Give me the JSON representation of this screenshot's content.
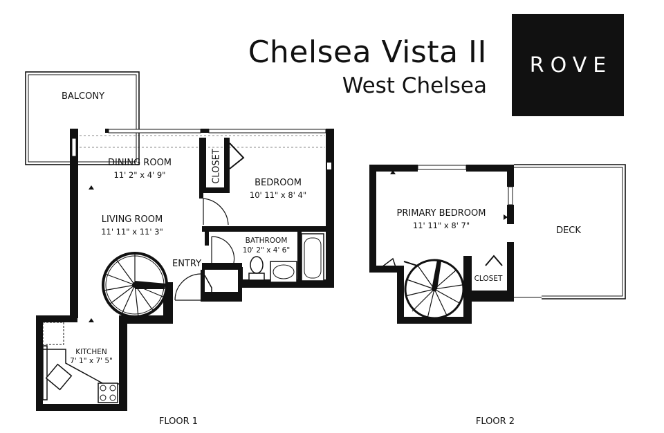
{
  "header": {
    "title": "Chelsea Vista II",
    "subtitle": "West Chelsea"
  },
  "brand": {
    "logo_text": "ROVE",
    "logo_bg": "#111111",
    "logo_fg": "#ffffff"
  },
  "floors": [
    {
      "label": "FLOOR 1",
      "rooms": [
        {
          "name": "BALCONY",
          "size": ""
        },
        {
          "name": "DINING ROOM",
          "size": "11' 2\" x 4' 9\""
        },
        {
          "name": "CLOSET",
          "size": ""
        },
        {
          "name": "BEDROOM",
          "size": "10' 11\" x 8' 4\""
        },
        {
          "name": "LIVING ROOM",
          "size": "11' 11\" x 11' 3\""
        },
        {
          "name": "BATHROOM",
          "size": "10' 2\" x 4' 6\""
        },
        {
          "name": "ENTRY",
          "size": ""
        },
        {
          "name": "KITCHEN",
          "size": "7' 1\" x 7' 5\""
        }
      ]
    },
    {
      "label": "FLOOR 2",
      "rooms": [
        {
          "name": "PRIMARY BEDROOM",
          "size": "11' 11\" x 8' 7\""
        },
        {
          "name": "DECK",
          "size": ""
        },
        {
          "name": "CLOSET",
          "size": ""
        }
      ]
    }
  ],
  "colors": {
    "wall": "#111111",
    "background": "#ffffff"
  }
}
